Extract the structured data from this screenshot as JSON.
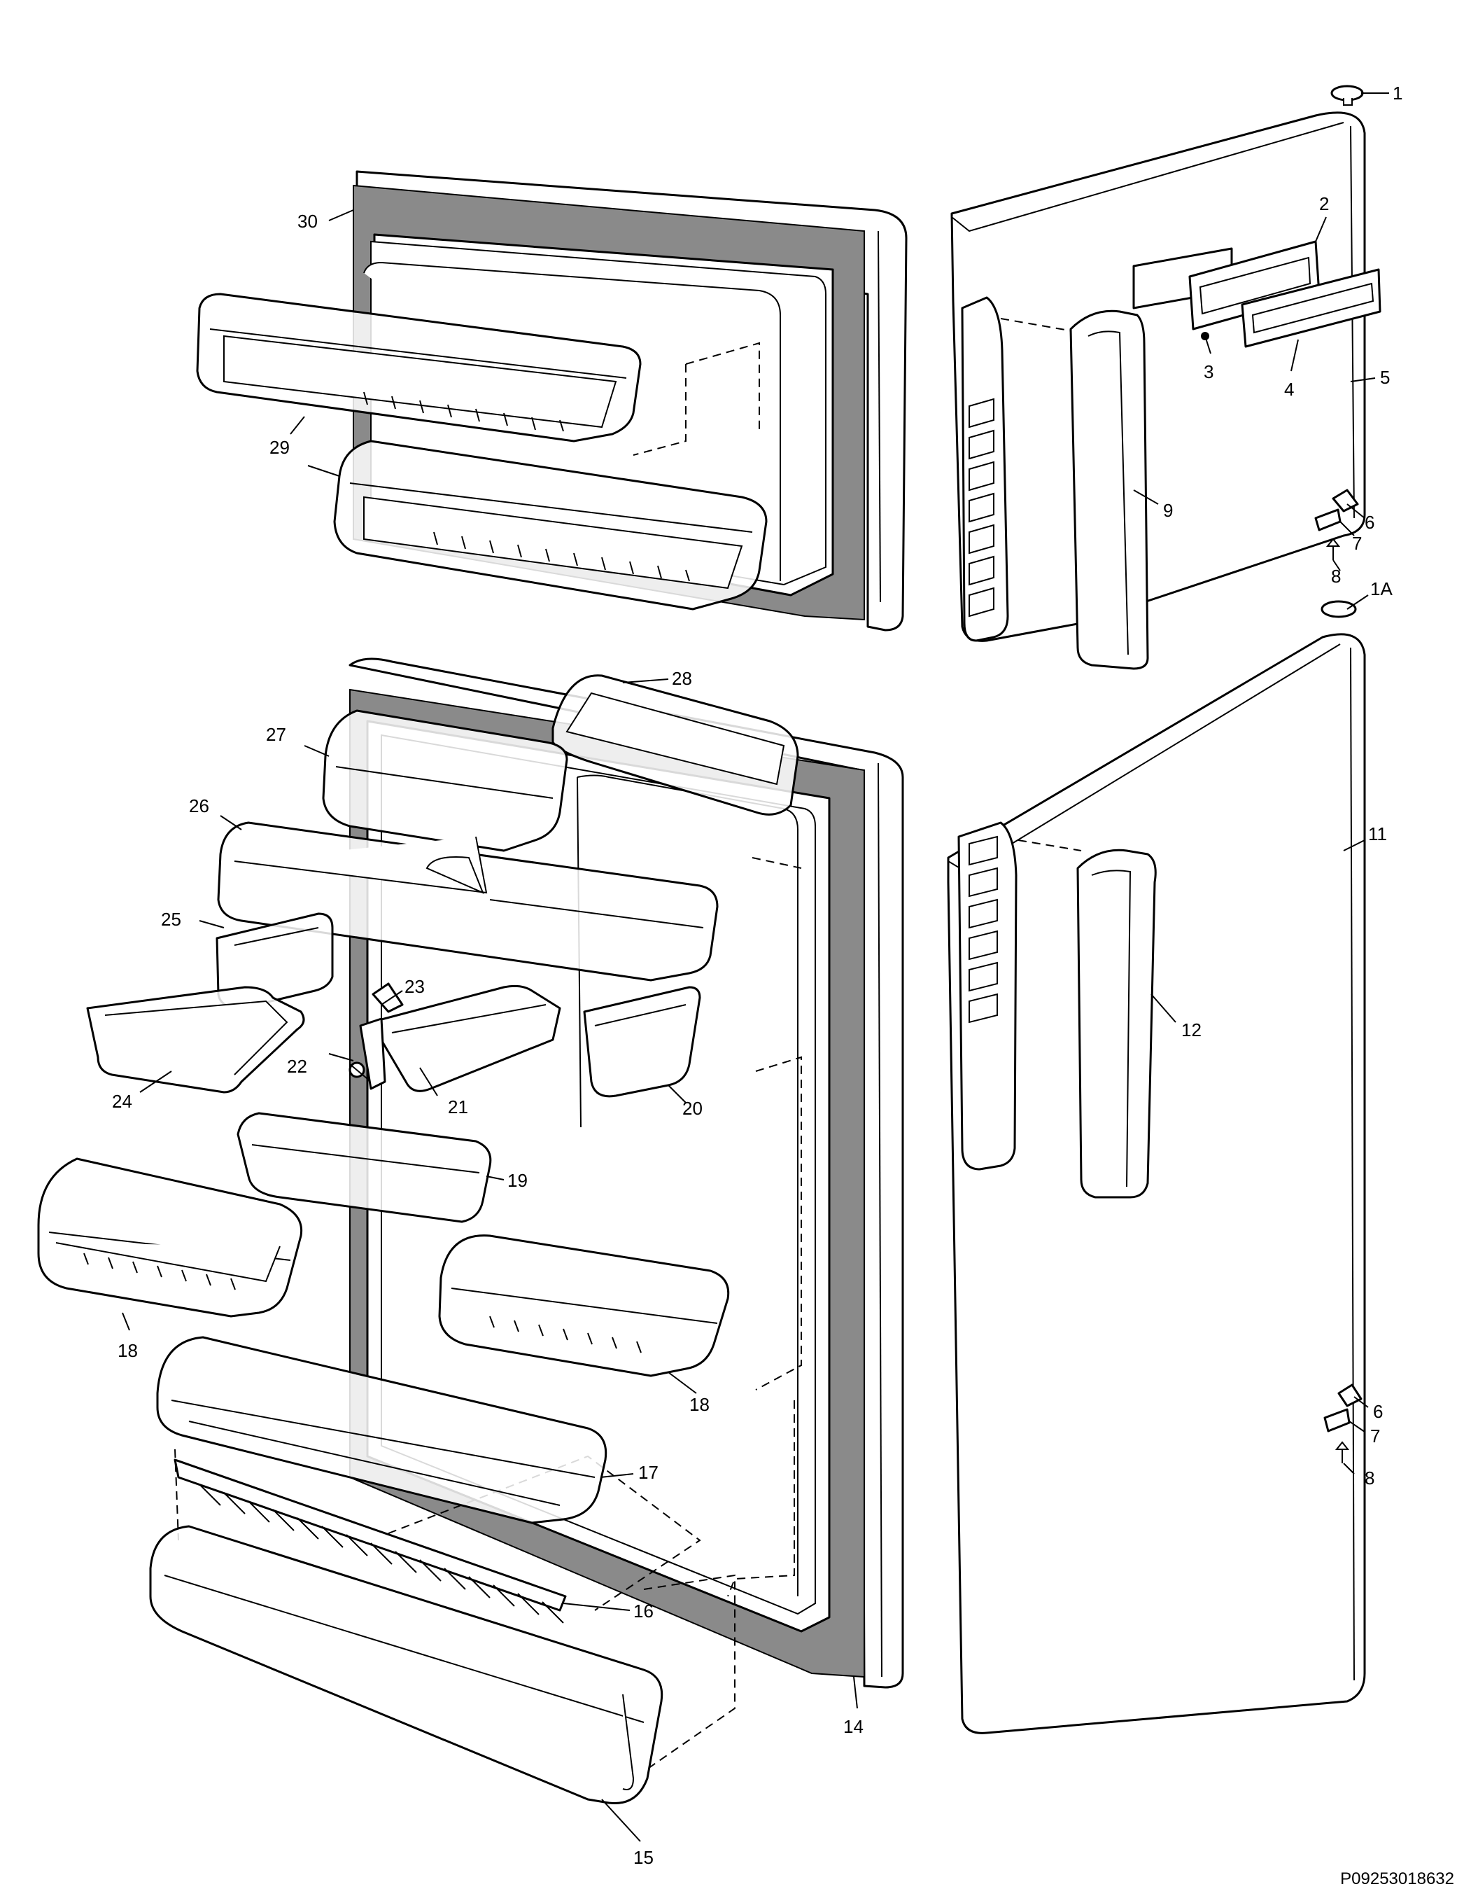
{
  "diagram": {
    "parts": [
      {
        "id": "p1",
        "label": "1"
      },
      {
        "id": "p1a",
        "label": "1A"
      },
      {
        "id": "p2",
        "label": "2"
      },
      {
        "id": "p3",
        "label": "3"
      },
      {
        "id": "p4",
        "label": "4"
      },
      {
        "id": "p5",
        "label": "5"
      },
      {
        "id": "p6a",
        "label": "6"
      },
      {
        "id": "p7a",
        "label": "7"
      },
      {
        "id": "p8a",
        "label": "8"
      },
      {
        "id": "p6b",
        "label": "6"
      },
      {
        "id": "p7b",
        "label": "7"
      },
      {
        "id": "p8b",
        "label": "8"
      },
      {
        "id": "p9",
        "label": "9"
      },
      {
        "id": "p11",
        "label": "11"
      },
      {
        "id": "p12",
        "label": "12"
      },
      {
        "id": "p14",
        "label": "14"
      },
      {
        "id": "p15",
        "label": "15"
      },
      {
        "id": "p16",
        "label": "16"
      },
      {
        "id": "p17",
        "label": "17"
      },
      {
        "id": "p18a",
        "label": "18"
      },
      {
        "id": "p18b",
        "label": "18"
      },
      {
        "id": "p19",
        "label": "19"
      },
      {
        "id": "p20",
        "label": "20"
      },
      {
        "id": "p21",
        "label": "21"
      },
      {
        "id": "p22",
        "label": "22"
      },
      {
        "id": "p23",
        "label": "23"
      },
      {
        "id": "p24",
        "label": "24"
      },
      {
        "id": "p25",
        "label": "25"
      },
      {
        "id": "p26",
        "label": "26"
      },
      {
        "id": "p27",
        "label": "27"
      },
      {
        "id": "p28",
        "label": "28"
      },
      {
        "id": "p29a",
        "label": "29"
      },
      {
        "id": "p29b",
        "label": "29"
      },
      {
        "id": "p30",
        "label": "30"
      }
    ],
    "reference_code": "P09253018632"
  }
}
